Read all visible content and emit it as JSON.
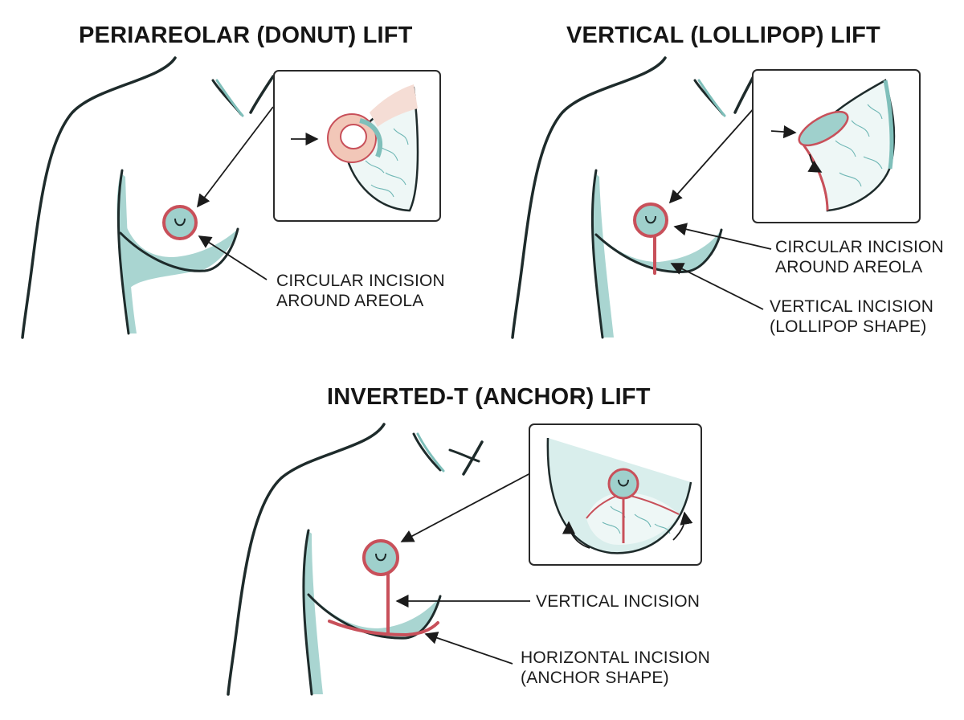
{
  "panels": [
    {
      "id": "periareolar",
      "title": "PERIAREOLAR (DONUT) LIFT",
      "labels": [
        "CIRCULAR INCISION\nAROUND AREOLA"
      ]
    },
    {
      "id": "vertical",
      "title": "VERTICAL (LOLLIPOP) LIFT",
      "labels": [
        "CIRCULAR INCISION\nAROUND AREOLA",
        "VERTICAL INCISION\n(LOLLIPOP SHAPE)"
      ]
    },
    {
      "id": "inverted-t",
      "title": "INVERTED-T (ANCHOR) LIFT",
      "labels": [
        "VERTICAL INCISION",
        "HORIZONTAL INCISION\n(ANCHOR SHAPE)"
      ]
    }
  ],
  "colors": {
    "incision": "#c8505a",
    "skin_tint": "#a9d5d1",
    "outline": "#1e2b2b"
  }
}
